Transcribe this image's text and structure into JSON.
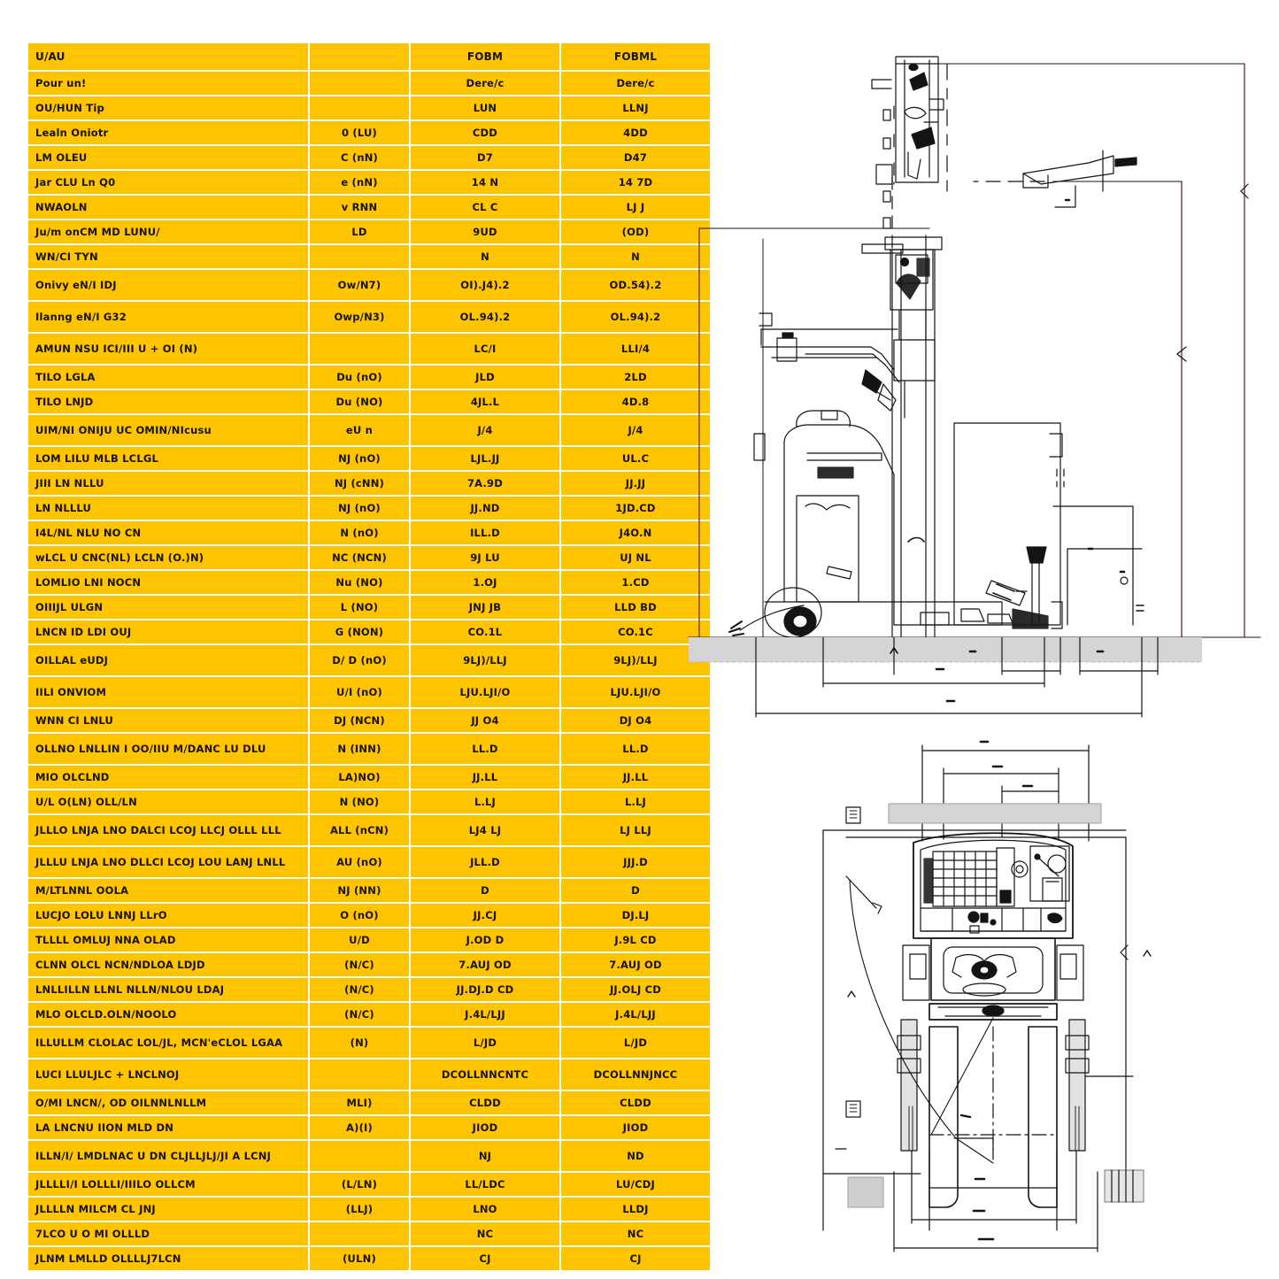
{
  "sheet": {
    "background": "#ffffff",
    "table_accent": "#FEC400",
    "table_grid": "#FFFFFF",
    "drawing_ink": "#111111",
    "dimension_accent": "#5b2a4a",
    "ground_fill": "#d5d5d5"
  },
  "spec_table": {
    "columns": [
      "description",
      "unit",
      "value_a",
      "value_b"
    ],
    "rows": [
      {
        "cls": "r-head",
        "desc": "U/AU",
        "unit": "",
        "a": "FOBM",
        "b": "FOBML",
        "hdr": true
      },
      {
        "cls": "r-norm",
        "desc": "Pour un!",
        "unit": "",
        "a": "Dere/c",
        "b": "Dere/c"
      },
      {
        "cls": "r-norm",
        "desc": "OU/HUN Tip",
        "unit": "",
        "a": "LUN",
        "b": "LLNJ"
      },
      {
        "cls": "r-norm",
        "desc": "Lealn Oniotr",
        "unit": "0 (LU)",
        "a": "CDD",
        "b": "4DD"
      },
      {
        "cls": "r-norm",
        "desc": "LM OLEU",
        "unit": "C (nN)",
        "a": "D7",
        "b": "D47"
      },
      {
        "cls": "r-norm",
        "desc": "Jar CLU Ln Q0",
        "unit": "e (nN)",
        "a": "14 N",
        "b": "14 7D"
      },
      {
        "cls": "r-norm",
        "desc": "NWAOLN",
        "unit": "v RNN",
        "a": "CL C",
        "b": "LJ J"
      },
      {
        "cls": "r-norm",
        "desc": "Ju/m onCM MD LUNU/",
        "unit": "LD",
        "a": "9UD",
        "b": "(OD)"
      },
      {
        "cls": "r-norm",
        "desc": "WN/CI TYN",
        "unit": "",
        "a": "N",
        "b": "N"
      },
      {
        "cls": "r-tall",
        "desc": "Onivy eN/I IDJ",
        "unit": "Ow/N7)",
        "a": "OI).J4).2",
        "b": "OD.54).2"
      },
      {
        "cls": "r-tall",
        "desc": "Ilanng eN/I G32",
        "unit": "Owp/N3)",
        "a": "OL.94).2",
        "b": "OL.94).2"
      },
      {
        "cls": "r-tall",
        "desc": "AMUN NSU ICI/III U + OI (N)",
        "unit": "",
        "a": "LC/I",
        "b": "LLI/4"
      },
      {
        "cls": "r-norm",
        "desc": "TILO LGLA",
        "unit": "Du (nO)",
        "a": "JLD",
        "b": "2LD"
      },
      {
        "cls": "r-norm",
        "desc": "TILO LNJD",
        "unit": "Du (NO)",
        "a": "4JL.L",
        "b": "4D.8"
      },
      {
        "cls": "r-tall",
        "desc": "UIM/NI ONIJU UC OMIN/NIcusu",
        "unit": "eU n",
        "a": "J/4",
        "b": "J/4"
      },
      {
        "cls": "r-norm",
        "desc": "LOM LILU MLB LCLGL",
        "unit": "NJ (nO)",
        "a": "LJL.JJ",
        "b": "UL.C"
      },
      {
        "cls": "r-norm",
        "desc": "JIII LN NLLU",
        "unit": "NJ (cNN)",
        "a": "7A.9D",
        "b": "JJ.JJ"
      },
      {
        "cls": "r-norm",
        "desc": "LN NLLLU",
        "unit": "NJ (nO)",
        "a": "JJ.ND",
        "b": "1JD.CD"
      },
      {
        "cls": "r-norm",
        "desc": "I4L/NL NLU NO CN",
        "unit": "N (nO)",
        "a": "ILL.D",
        "b": "J4O.N"
      },
      {
        "cls": "r-norm",
        "desc": "wLCL U CNC(NL) LCLN (O.)N)",
        "unit": "NC (NCN)",
        "a": "9J LU",
        "b": "UJ NL"
      },
      {
        "cls": "r-norm",
        "desc": "LOMLIO LNI NOCN",
        "unit": "Nu (NO)",
        "a": "1.OJ",
        "b": "1.CD"
      },
      {
        "cls": "r-norm",
        "desc": "OIIIJL ULGN",
        "unit": "L (NO)",
        "a": "JNJ JB",
        "b": "LLD BD"
      },
      {
        "cls": "r-norm",
        "desc": "LNCN ID LDI OUJ",
        "unit": "G (NON)",
        "a": "CO.1L",
        "b": "CO.1C"
      },
      {
        "cls": "r-tall",
        "desc": "OILLAL eUDJ",
        "unit": "D/ D (nO)",
        "a": "9LJ)/LLJ",
        "b": "9LJ)/LLJ"
      },
      {
        "cls": "r-tall",
        "desc": "IILI ONVIOM",
        "unit": "U/I (nO)",
        "a": "LJU.LJI/O",
        "b": "LJU.LJI/O"
      },
      {
        "cls": "r-norm",
        "desc": "WNN CI LNLU",
        "unit": "DJ (NCN)",
        "a": "JJ O4",
        "b": "DJ O4"
      },
      {
        "cls": "r-tall",
        "desc": "OLLNO LNLLIN I OO/IIU M/DANC LU DLU",
        "unit": "N (INN)",
        "a": "LL.D",
        "b": "LL.D"
      },
      {
        "cls": "r-norm",
        "desc": "MIO OLCLND",
        "unit": "LA)NO)",
        "a": "JJ.LL",
        "b": "JJ.LL"
      },
      {
        "cls": "r-norm",
        "desc": "U/L O(LN) OLL/LN",
        "unit": "N (NO)",
        "a": "L.LJ",
        "b": "L.LJ"
      },
      {
        "cls": "r-tall",
        "desc": "JLLLO LNJA LNO DALCI LCOJ LLCJ OLLL LLL",
        "unit": "ALL (nCN)",
        "a": "LJ4 LJ",
        "b": "LJ LLJ"
      },
      {
        "cls": "r-tall",
        "desc": "JLLLU LNJA LNO DLLCI LCOJ LOU LANJ LNLL",
        "unit": "AU (nO)",
        "a": "JLL.D",
        "b": "JJJ.D"
      },
      {
        "cls": "r-norm",
        "desc": "M/LTLNNL OOLA",
        "unit": "NJ (NN)",
        "a": "D",
        "b": "D"
      },
      {
        "cls": "r-norm",
        "desc": "LUCJO LOLU LNNJ LLrO",
        "unit": "O (nO)",
        "a": "JJ.CJ",
        "b": "DJ.LJ"
      },
      {
        "cls": "r-norm",
        "desc": "TLLLL OMLUJ NNA OLAD",
        "unit": "U/D",
        "a": "J.OD D",
        "b": "J.9L CD"
      },
      {
        "cls": "r-norm",
        "desc": "CLNN OLCL NCN/NDLOA LDJD",
        "unit": "(N/C)",
        "a": "7.AUJ OD",
        "b": "7.AUJ OD"
      },
      {
        "cls": "r-norm",
        "desc": "LNLLILLN LLNL NLLN/NLOU LDAJ",
        "unit": "(N/C)",
        "a": "JJ.DJ.D CD",
        "b": "JJ.OLJ CD"
      },
      {
        "cls": "r-norm",
        "desc": "MLO OLCLD.OLN/NOOLO",
        "unit": "(N/C)",
        "a": "J.4L/LJJ",
        "b": "J.4L/LJJ"
      },
      {
        "cls": "r-tall",
        "desc": "ILLULLM CLOLAC LOL/JL, MCN'eCLOL LGAA",
        "unit": "(N)",
        "a": "L/JD",
        "b": "L/JD"
      },
      {
        "cls": "r-tall",
        "desc": "LUCI LLULJLC + LNCLNOJ",
        "unit": "",
        "a": "DCOLLNNCNTC",
        "b": "DCOLLNNJNCC"
      },
      {
        "cls": "r-norm",
        "desc": "O/MI LNCN/, OD OILNNLNLLM",
        "unit": "MLI)",
        "a": "CLDD",
        "b": "CLDD"
      },
      {
        "cls": "r-norm",
        "desc": "LA LNCNU IION MLD DN",
        "unit": "A)(I)",
        "a": "JIOD",
        "b": "JIOD"
      },
      {
        "cls": "r-tall",
        "desc": "ILLN/I/ LMDLNAC U DN CLJLLJLJ/JI A LCNJ",
        "unit": "",
        "a": "NJ",
        "b": "ND"
      },
      {
        "cls": "r-norm",
        "desc": "JLLLLI/I LOLLLI/IIILO OLLCM",
        "unit": "(L/LN)",
        "a": "LL/LDC",
        "b": "LU/CDJ"
      },
      {
        "cls": "r-norm",
        "desc": "JLLLLN MILCM CL JNJ",
        "unit": "(LLJ)",
        "a": "LNO",
        "b": "LLDJ"
      },
      {
        "cls": "r-norm",
        "desc": "7LCO U O MI OLLLD",
        "unit": "",
        "a": "NC",
        "b": "NC"
      },
      {
        "cls": "r-norm",
        "desc": "JLNM LMLLD OLLLLJ7LCN",
        "unit": "(ULN)",
        "a": "CJ",
        "b": "CJ"
      }
    ]
  },
  "side_view": {
    "name": "reach-truck-side-elevation",
    "title": "",
    "callouts": [
      "h4",
      "h1",
      "h3",
      "h6",
      "h7",
      "h13",
      "l1",
      "l2",
      "y",
      "x",
      "Q",
      "a"
    ],
    "ground_label": ""
  },
  "plan_view": {
    "name": "reach-truck-plan-view",
    "title": "",
    "callouts": [
      "b1",
      "b5",
      "b11",
      "Wa",
      "e",
      "b",
      "l"
    ],
    "ground_label": ""
  }
}
